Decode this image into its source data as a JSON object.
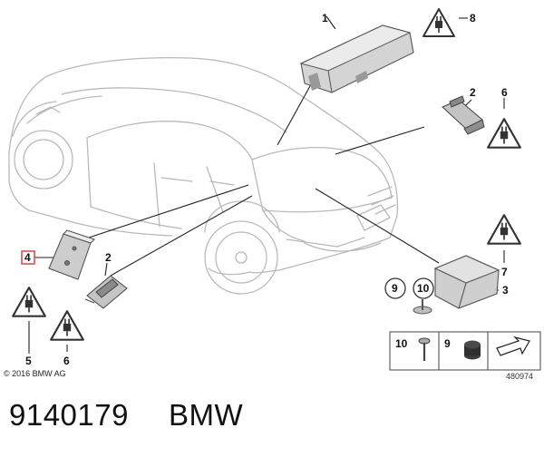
{
  "callouts": {
    "c1": "1",
    "c2_top": "2",
    "c2_bottom": "2",
    "c3": "3",
    "c4": "4",
    "c5": "5",
    "c6_right": "6",
    "c6_bottom": "6",
    "c7": "7",
    "c8": "8",
    "c9": "9",
    "c10": "10"
  },
  "legend": {
    "item_10": "10",
    "item_9": "9",
    "doc_number": "480974"
  },
  "copyright": "© 2016 BMW AG",
  "part_number": "9140179",
  "brand": "BMW",
  "colors": {
    "car_outline": "#b9b9b9",
    "part_fill": "#d4d4d4",
    "highlight_box": "#d0393c",
    "leader_line": "#222222"
  },
  "icons": [
    "plug-warning-icon",
    "arrow-icon"
  ]
}
